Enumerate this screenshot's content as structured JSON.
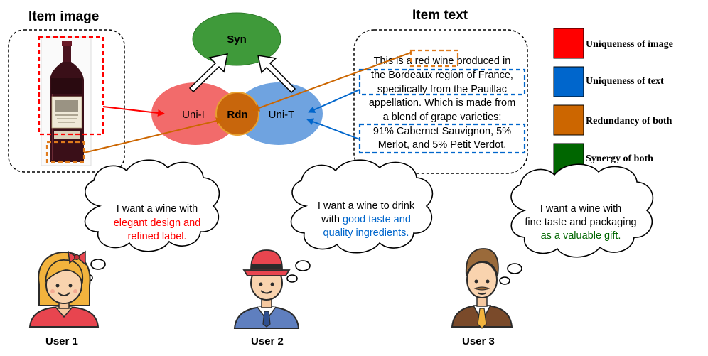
{
  "titles": {
    "item_image": "Item image",
    "item_text": "Item text"
  },
  "venn": {
    "syn": "Syn",
    "uni_i": "Uni-I",
    "rdn": "Rdn",
    "uni_t": "Uni-T"
  },
  "item_text_lines": [
    "This is a red wine produced in",
    "the Bordeaux region of France,",
    "specifically from the Pauillac",
    "appellation. Which is made from",
    "a blend of grape varieties:",
    "91% Cabernet Sauvignon, 5%",
    "Merlot, and 5% Petit Verdot."
  ],
  "legend": [
    {
      "label": "Uniqueness of image",
      "color": "#ff0000"
    },
    {
      "label": "Uniqueness of text",
      "color": "#0066cc"
    },
    {
      "label": "Redundancy of both",
      "color": "#cc6600"
    },
    {
      "label": "Synergy of both",
      "color": "#006600"
    }
  ],
  "bubbles": [
    {
      "line1": "I want a wine with",
      "line2": "elegant design and",
      "line3": "refined label.",
      "color1": "#000000",
      "color2": "#ff0000",
      "color3": "#ff0000"
    },
    {
      "line1": "I want a wine to drink",
      "line2_black": "with ",
      "line2_blue": "good taste and",
      "line3": "quality ingredients.",
      "color_highlight": "#0066cc"
    },
    {
      "line1": "I want a wine with",
      "line2": "fine taste and packaging",
      "line3": "as a valuable gift.",
      "color_highlight": "#006600"
    }
  ],
  "users": [
    "User 1",
    "User 2",
    "User 3"
  ],
  "colors": {
    "red": "#ff0000",
    "blue": "#0066cc",
    "orange": "#cc6600",
    "green": "#006600",
    "syn_fill": "#3f9a3a",
    "uni_i_fill": "#f26b6b",
    "uni_t_fill": "#6fa3e0",
    "rdn_fill": "#c8660c"
  }
}
